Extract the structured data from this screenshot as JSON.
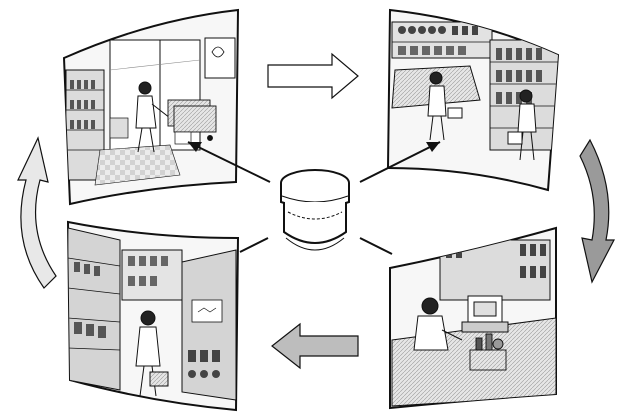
{
  "diagram": {
    "center": {
      "icon": "dome-camera-icon"
    },
    "panels": [
      {
        "id": "store-entrance",
        "icon": "shopper-with-cart-icon"
      },
      {
        "id": "store-aisles",
        "icon": "shoppers-browsing-shelves-icon"
      },
      {
        "id": "checkout-counter",
        "icon": "cashier-with-register-icon"
      },
      {
        "id": "shelf-aisle",
        "icon": "shopper-with-basket-icon"
      }
    ],
    "flow": [
      "store-entrance",
      "store-aisles",
      "checkout-counter",
      "shelf-aisle"
    ],
    "colors": {
      "line": "#111111",
      "panel_bg": "#f4f4f4",
      "shelf": "#cfcfcf",
      "dark": "#3a3a3a",
      "arrow_fill": "#ffffff",
      "arrow_shaded": "#bdbdbd",
      "arrow_dark": "#9a9a9a"
    }
  }
}
